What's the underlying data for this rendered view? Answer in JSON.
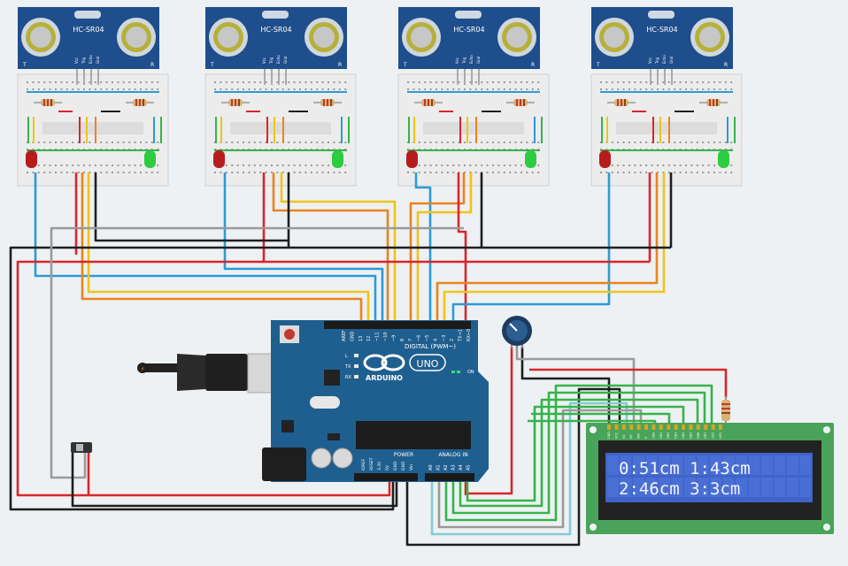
{
  "sensors": [
    {
      "model": "HC-SR04",
      "pins": [
        "Vcc",
        "Trig",
        "Echo",
        "Gnd"
      ],
      "left_mark": "T",
      "right_mark": "R"
    },
    {
      "model": "HC-SR04",
      "pins": [
        "Vcc",
        "Trig",
        "Echo",
        "Gnd"
      ],
      "left_mark": "T",
      "right_mark": "R"
    },
    {
      "model": "HC-SR04",
      "pins": [
        "Vcc",
        "Trig",
        "Echo",
        "Gnd"
      ],
      "left_mark": "T",
      "right_mark": "R"
    },
    {
      "model": "HC-SR04",
      "pins": [
        "Vcc",
        "Trig",
        "Echo",
        "Gnd"
      ],
      "left_mark": "T",
      "right_mark": "R"
    }
  ],
  "arduino": {
    "brand": "ARDUINO",
    "model": "UNO",
    "digital_label": "DIGITAL (PWM~)",
    "power_label": "POWER",
    "analog_label": "ANALOG IN",
    "on_label": "ON",
    "led_labels": [
      "L",
      "TX",
      "RX"
    ],
    "digital_pins": [
      "AREF",
      "GND",
      "13",
      "12",
      "~11",
      "~10",
      "~9",
      "8",
      "7",
      "~6",
      "~5",
      "4",
      "~3",
      "2",
      "TX→1",
      "RX←0"
    ],
    "power_pins": [
      "IOREF",
      "RESET",
      "3.3V",
      "5V",
      "GND",
      "GND",
      "Vin"
    ],
    "analog_pins": [
      "A0",
      "A1",
      "A2",
      "A3",
      "A4",
      "A5"
    ]
  },
  "lcd": {
    "line1": "0:51cm 1:43cm",
    "line2": "2:46cm 3:3cm",
    "pins": [
      "GND",
      "VCC",
      "V0",
      "RS",
      "RW",
      "E",
      "DB0",
      "DB1",
      "DB2",
      "DB3",
      "DB4",
      "DB5",
      "DB6",
      "DB7",
      "LED",
      "LED"
    ],
    "backlight_color": "#3f63c9",
    "pcb_color": "#4aa35a"
  },
  "colors": {
    "board_blue": "#1f5f8f",
    "wire_red": "#d8262b",
    "wire_black": "#1e1e1e",
    "wire_blue": "#2c9ad6",
    "wire_orange": "#e9831f",
    "wire_yellow": "#f0c419",
    "wire_gray": "#9a9a9a",
    "wire_green": "#35b44a"
  }
}
